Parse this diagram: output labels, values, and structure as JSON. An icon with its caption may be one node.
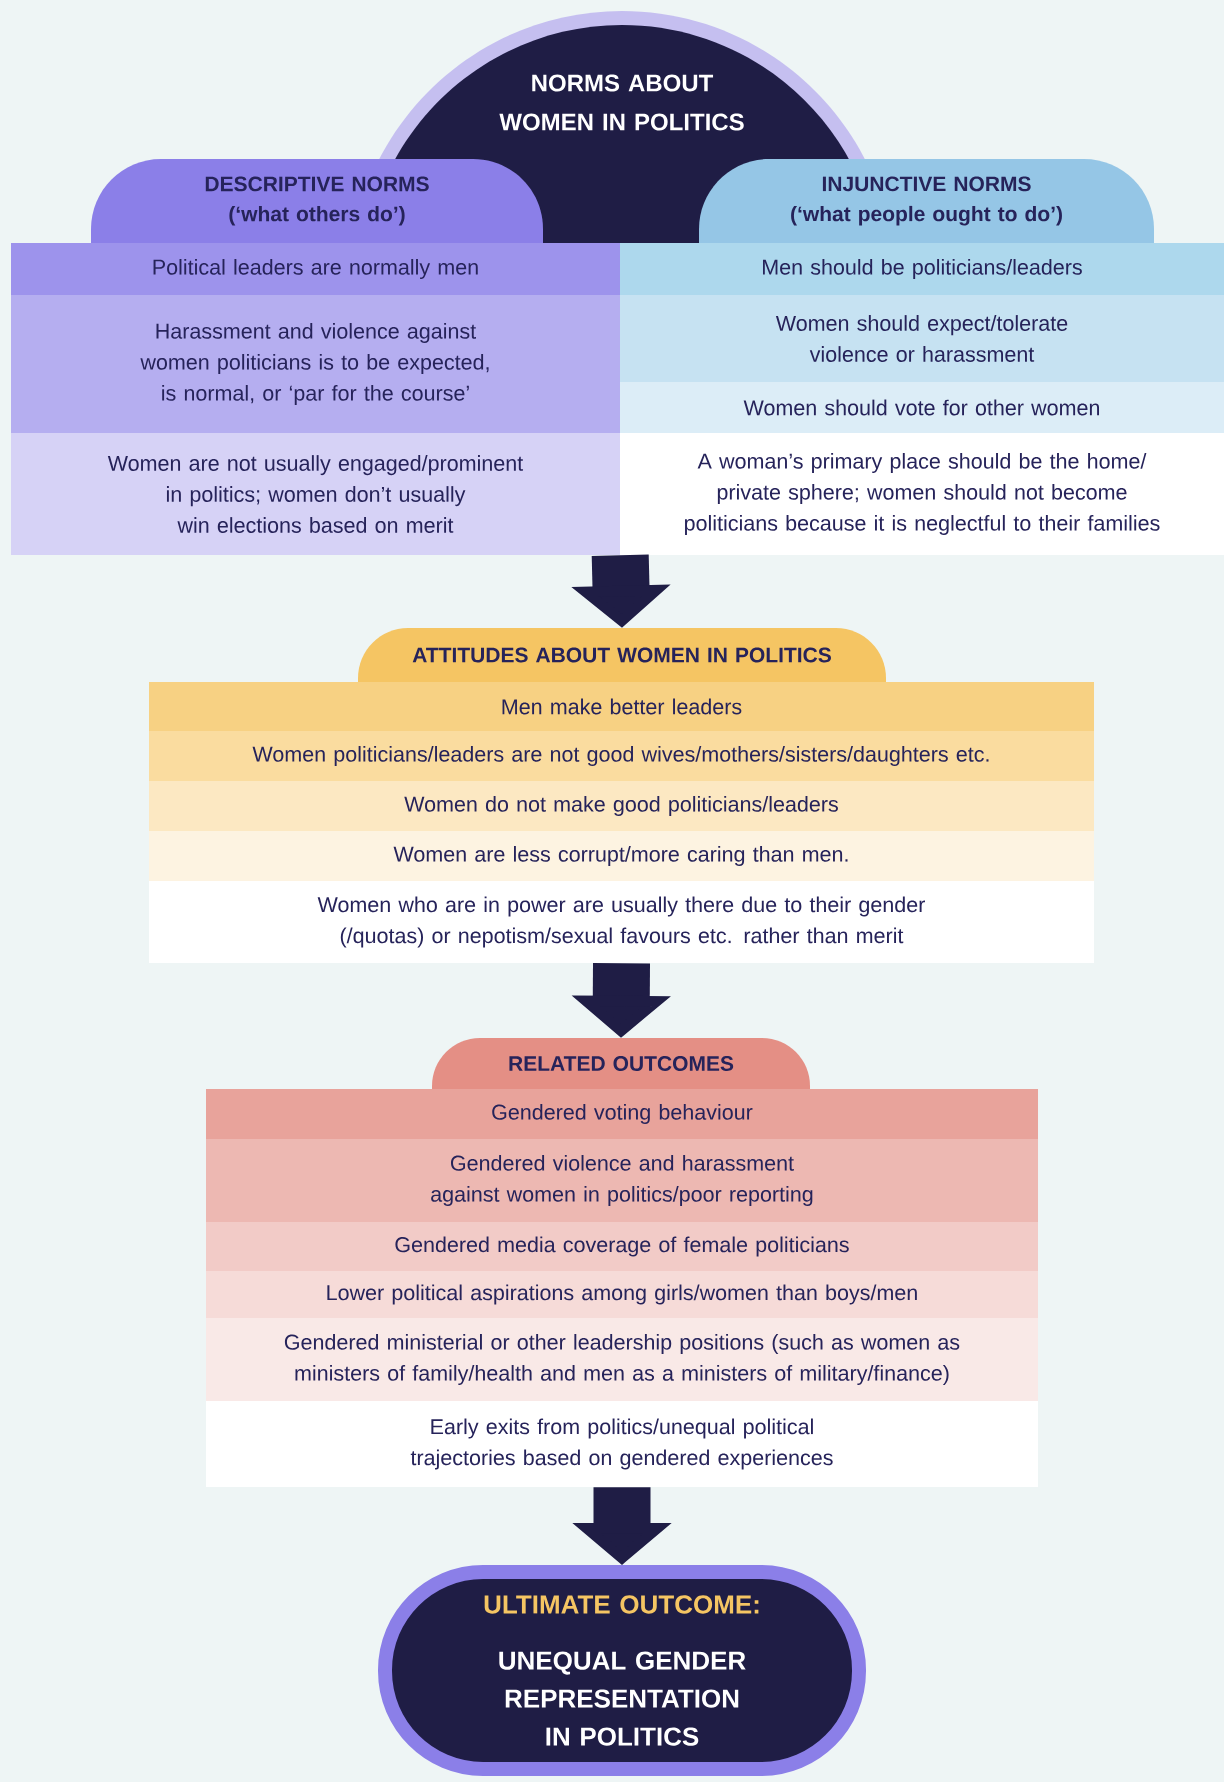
{
  "diagram": {
    "nodes": [
      {
        "text": [
          "NORMS ABOUT WOMEN IN POLITICS"
        ]
      },
      {
        "text": [
          "DESCRIPTIVE NORMS",
          "(‘what others do’)"
        ]
      },
      {
        "text": [
          "INJUNCTIVE NORMS",
          "(‘what people ought to do’)"
        ]
      },
      {
        "text": [
          "Political leaders are normally men"
        ]
      },
      {
        "text": [
          "Harassment and violence against women politicians is to be expected, is normal, or ‘par for the course’"
        ]
      },
      {
        "text": [
          "Women are not usually engaged/prominent in politics; women don’t usually win elections based on merit"
        ]
      },
      {
        "text": [
          "Men should be politicians/leaders"
        ]
      },
      {
        "text": [
          "Women should expect/tolerate violence or harassment"
        ]
      },
      {
        "text": [
          "Women should vote for other women"
        ]
      },
      {
        "text": [
          "A woman’s primary place should be the home/ private sphere; women should not become politicians because it is neglectful to their families"
        ]
      },
      {
        "text": [
          "ATTITUDES ABOUT WOMEN IN POLITICS"
        ]
      },
      {
        "text": [
          "Men make better leaders"
        ]
      },
      {
        "text": [
          "Women politicians/leaders are not good wives/mothers/sisters/daughters etc."
        ]
      },
      {
        "text": [
          "Women do not make good politicians/leaders"
        ]
      },
      {
        "text": [
          "Women are less corrupt/more caring than men."
        ]
      },
      {
        "text": [
          "Women who are in power are usually there due to their gender (/quotas) or nepotism/sexual favours etc. rather than merit"
        ]
      },
      {
        "text": [
          "RELATED OUTCOMES"
        ]
      },
      {
        "text": [
          "Gendered voting behaviour"
        ]
      },
      {
        "text": [
          "Gendered violence and harassment against women in politics/poor reporting"
        ]
      },
      {
        "text": [
          "Gendered media coverage of female politicians"
        ]
      },
      {
        "text": [
          "Lower political aspirations among girls/women than boys/men"
        ]
      },
      {
        "text": [
          "Gendered ministerial or other leadership positions (such as women as ministers of family/health and men as a ministers of military/finance)"
        ]
      },
      {
        "text": [
          "Early exits from politics/unequal political trajectories based on gendered experiences"
        ]
      },
      {
        "text": [
          "ULTIMATE OUTCOME:",
          "UNEQUAL GENDER REPRESENTATION IN POLITICS"
        ]
      }
    ],
    "edges": [
      {
        "from": 5,
        "to": 10,
        "arrow": "to"
      },
      {
        "from": 15,
        "to": 16,
        "arrow": "to"
      },
      {
        "from": 22,
        "to": 23,
        "arrow": "to"
      }
    ]
  }
}
